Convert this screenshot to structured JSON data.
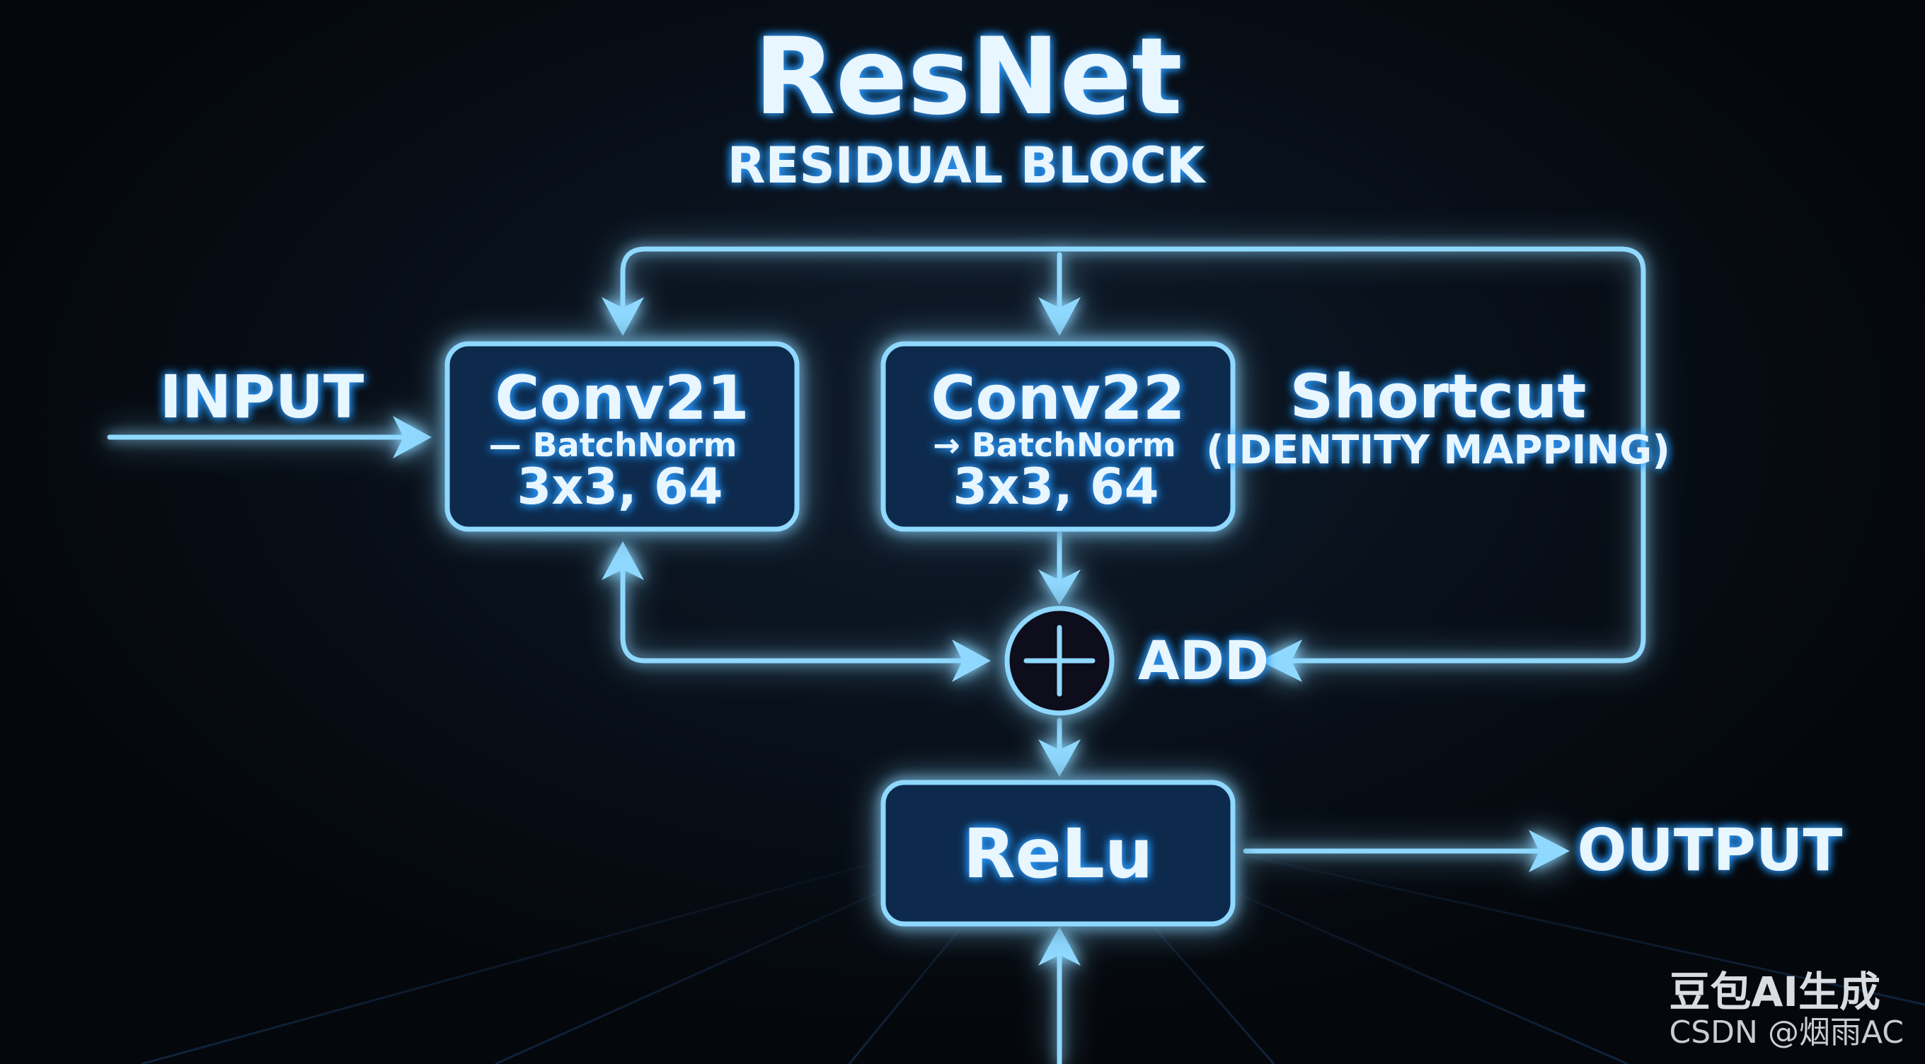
{
  "title": "ResNet",
  "subtitle": "RESIDUAL BLOCK",
  "input_label": "INPUT",
  "output_label": "OUTPUT",
  "add_label": "ADD",
  "add_symbol": "+",
  "conv21": {
    "name": "Conv21",
    "batchnorm": "— BatchNorm",
    "spec": "3x3, 64"
  },
  "conv22": {
    "name": "Conv22",
    "batchnorm": "→ BatchNorm",
    "spec": "3x3, 64"
  },
  "shortcut": {
    "name": "Shortcut",
    "detail": "(IDENTITY MAPPING)"
  },
  "relu": "ReLu",
  "watermark": {
    "line1": "豆包AI生成",
    "line2": "CSDN @烟雨AC"
  },
  "colors": {
    "background": "#05080d",
    "glow": "#2b9bff",
    "stroke": "#8fd8ff",
    "box_fill": "#0b2a4e",
    "text": "#e8f6ff"
  }
}
